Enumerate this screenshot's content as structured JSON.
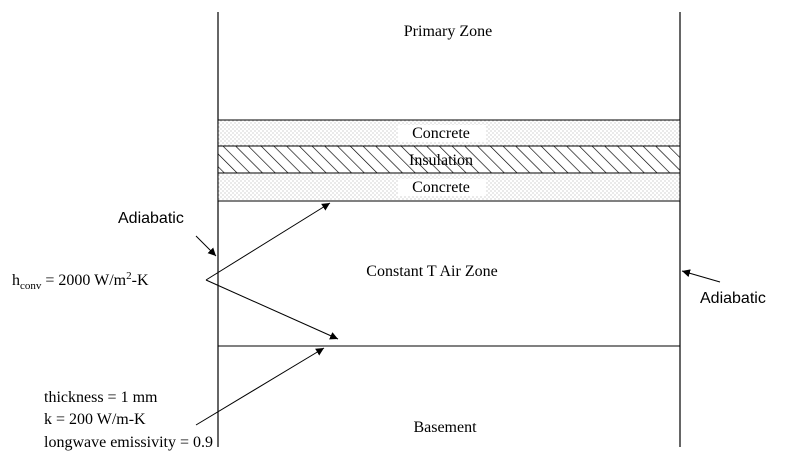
{
  "zones": {
    "primary": "Primary Zone",
    "air": "Constant T Air Zone",
    "basement": "Basement"
  },
  "layers": {
    "top": "Concrete",
    "middle": "Insulation",
    "bottom": "Concrete"
  },
  "annotations": {
    "adiabatic_left": "Adiabatic",
    "adiabatic_right": "Adiabatic",
    "h_conv_base": "h",
    "h_conv_sub": "conv",
    "h_conv_eq": " = 2000 W/m",
    "h_conv_sup": "2",
    "h_conv_unit": "-K",
    "thickness": "thickness = 1 mm",
    "conductivity": "k = 200 W/m-K",
    "emissivity": "longwave emissivity = 0.9"
  },
  "colors": {
    "line": "#000000",
    "concrete_dots": "#9a9a9a",
    "background": "#ffffff"
  },
  "icons": {
    "concrete_fill": "dot-pattern",
    "insulation_fill": "diagonal-hatch"
  }
}
